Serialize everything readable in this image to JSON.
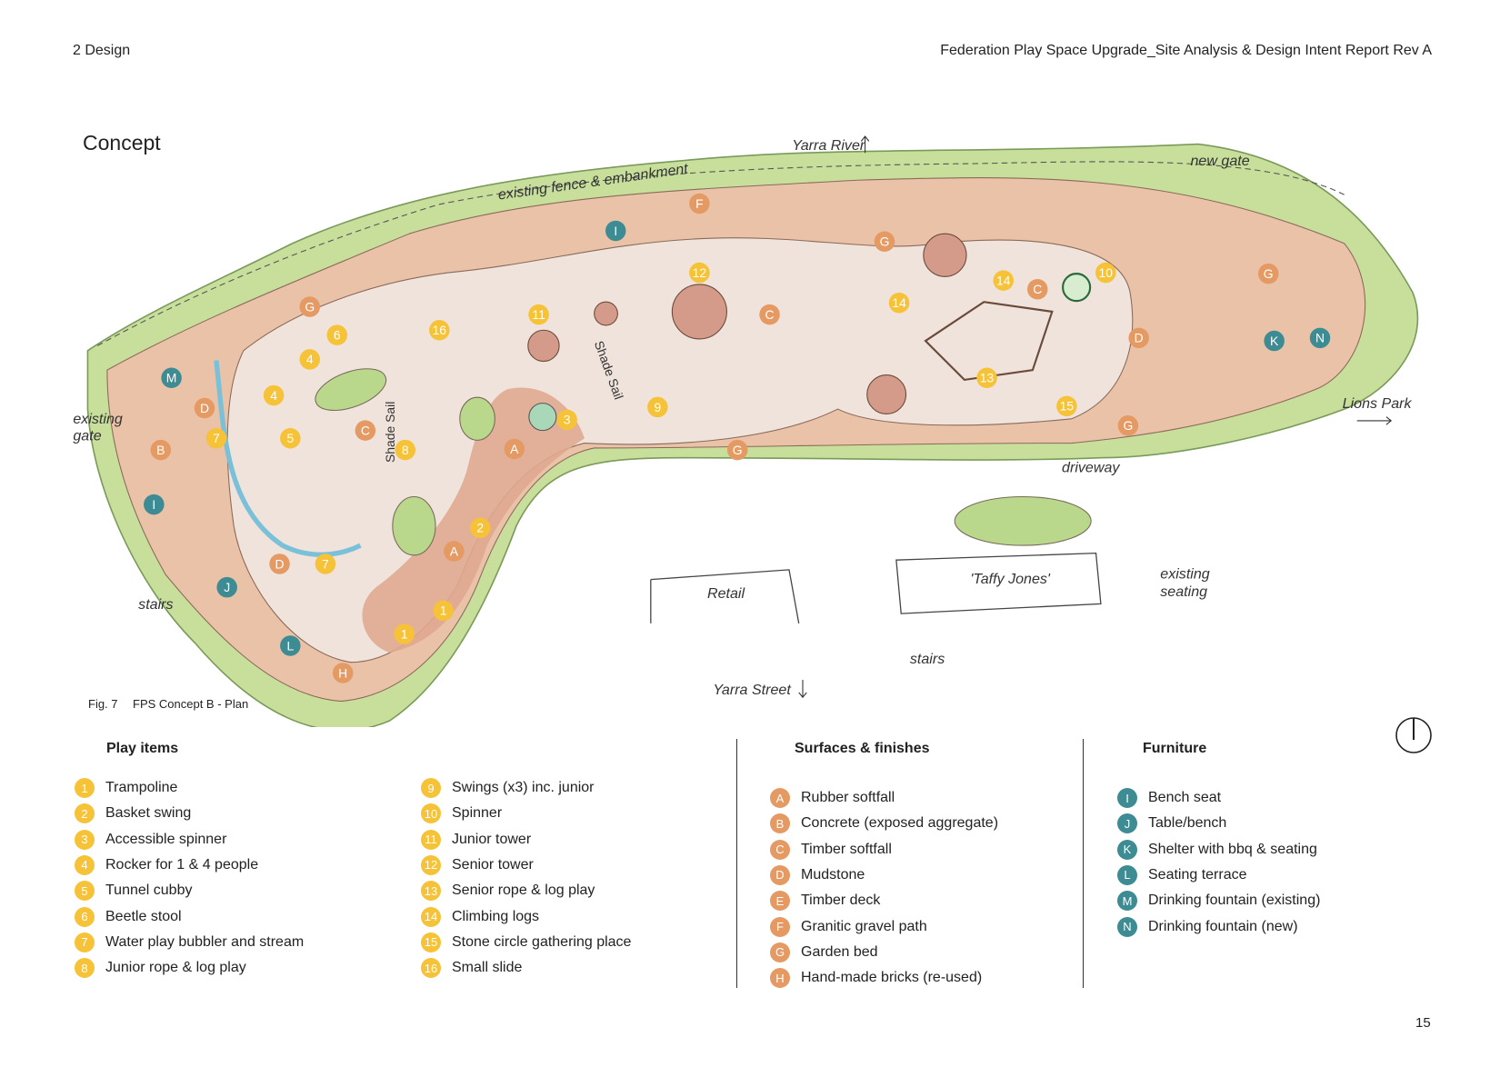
{
  "header": {
    "section": "2 Design",
    "report_title": "Federation Play Space Upgrade_Site Analysis & Design Intent Report Rev A"
  },
  "page_number": "15",
  "concept_title": "Concept",
  "figure": {
    "number": "Fig. 7",
    "caption": "FPS Concept B - Plan"
  },
  "map_labels": {
    "yarra_river": "Yarra River",
    "fence": "existing fence & embankment",
    "new_gate": "new gate",
    "lions_park": "Lions Park",
    "existing_gate_1": "existing",
    "existing_gate_2": "gate",
    "stairs_left": "stairs",
    "retail": "Retail",
    "taffy_jones": "'Taffy Jones'",
    "existing_seating_1": "existing",
    "existing_seating_2": "seating",
    "stairs_right": "stairs",
    "yarra_street": "Yarra Street",
    "driveway": "driveway",
    "shade_sail_1": "Shade Sail",
    "shade_sail_2": "Shade Sail"
  },
  "map_markers": [
    "1",
    "1",
    "2",
    "3",
    "4",
    "4",
    "5",
    "6",
    "7",
    "7",
    "8",
    "9",
    "10",
    "11",
    "12",
    "13",
    "14",
    "14",
    "15",
    "16",
    "A",
    "A",
    "B",
    "C",
    "C",
    "C",
    "D",
    "D",
    "D",
    "F",
    "G",
    "G",
    "G",
    "G",
    "G",
    "H",
    "I",
    "I",
    "J",
    "K",
    "L",
    "M",
    "N"
  ],
  "colors": {
    "play": "#f6c238",
    "surface": "#e49a62",
    "furniture": "#3d8b93",
    "garden": "#b9d88c",
    "softfall": "#e6b4a4"
  },
  "legend": {
    "play_items": {
      "title": "Play items",
      "items": [
        {
          "key": "1",
          "label": "Trampoline"
        },
        {
          "key": "2",
          "label": "Basket swing"
        },
        {
          "key": "3",
          "label": "Accessible spinner"
        },
        {
          "key": "4",
          "label": "Rocker for 1 & 4 people"
        },
        {
          "key": "5",
          "label": "Tunnel cubby"
        },
        {
          "key": "6",
          "label": "Beetle stool"
        },
        {
          "key": "7",
          "label": "Water play bubbler and stream"
        },
        {
          "key": "8",
          "label": "Junior rope & log play"
        },
        {
          "key": "9",
          "label": "Swings (x3) inc. junior"
        },
        {
          "key": "10",
          "label": "Spinner"
        },
        {
          "key": "11",
          "label": "Junior tower"
        },
        {
          "key": "12",
          "label": "Senior tower"
        },
        {
          "key": "13",
          "label": "Senior rope & log play"
        },
        {
          "key": "14",
          "label": "Climbing logs"
        },
        {
          "key": "15",
          "label": "Stone circle gathering place"
        },
        {
          "key": "16",
          "label": "Small slide"
        }
      ]
    },
    "surfaces": {
      "title": "Surfaces & finishes",
      "items": [
        {
          "key": "A",
          "label": "Rubber softfall"
        },
        {
          "key": "B",
          "label": "Concrete (exposed aggregate)"
        },
        {
          "key": "C",
          "label": "Timber softfall"
        },
        {
          "key": "D",
          "label": "Mudstone"
        },
        {
          "key": "E",
          "label": "Timber deck"
        },
        {
          "key": "F",
          "label": "Granitic gravel path"
        },
        {
          "key": "G",
          "label": "Garden bed"
        },
        {
          "key": "H",
          "label": "Hand-made bricks (re-used)"
        }
      ]
    },
    "furniture": {
      "title": "Furniture",
      "items": [
        {
          "key": "I",
          "label": "Bench seat"
        },
        {
          "key": "J",
          "label": "Table/bench"
        },
        {
          "key": "K",
          "label": "Shelter with bbq & seating"
        },
        {
          "key": "L",
          "label": "Seating terrace"
        },
        {
          "key": "M",
          "label": "Drinking fountain (existing)"
        },
        {
          "key": "N",
          "label": "Drinking fountain (new)"
        }
      ]
    }
  }
}
